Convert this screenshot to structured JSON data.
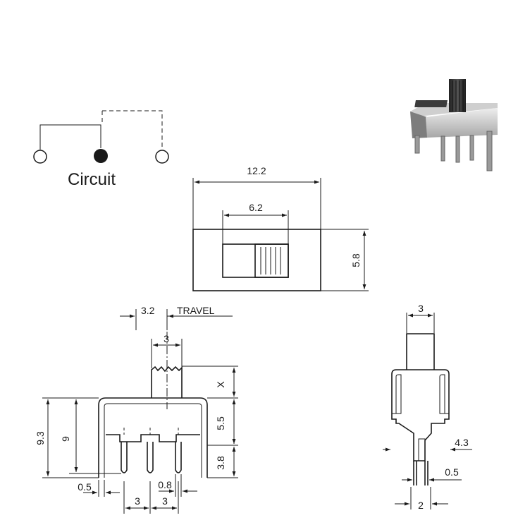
{
  "circuit": {
    "label": "Circuit"
  },
  "top_view": {
    "width": "12.2",
    "slider_width": "6.2",
    "height": "5.8"
  },
  "front_view": {
    "travel": "3.2",
    "travel_label": "TRAVEL",
    "actuator_width": "3",
    "actuator_height": "X",
    "body_height": "5.5",
    "pin_length": "3.8",
    "overall_height": "9.3",
    "height_9": "9",
    "pin_thickness": "0.5",
    "pin_width": "0.8",
    "pitch_1": "3",
    "pitch_2": "3"
  },
  "side_view": {
    "actuator_width": "3",
    "leg_span": "4.3",
    "pin_thickness": "0.5",
    "pin_spacing": "2"
  }
}
